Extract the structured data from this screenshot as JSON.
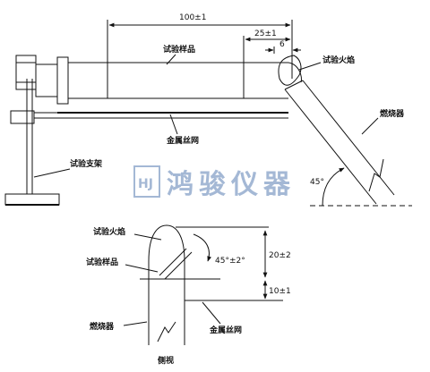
{
  "labels": {
    "specimen": "试验样品",
    "flame": "试验火焰",
    "burner": "燃烧器",
    "mesh": "金属丝网",
    "stand": "试验支架",
    "side_view": "侧视",
    "side_flame": "试验火焰",
    "side_specimen": "试验样品",
    "side_burner": "燃烧器",
    "side_mesh": "金属丝网"
  },
  "dimensions": {
    "length": "100±1",
    "flame_pos": "25±1",
    "gap": "6",
    "angle": "45°",
    "side_angle": "45°±2°",
    "height_upper": "20±2",
    "height_lower": "10±1"
  },
  "watermark": {
    "text": "鸿骏仪器",
    "logo_letters": "HJ",
    "color": "#5b7fb3"
  }
}
